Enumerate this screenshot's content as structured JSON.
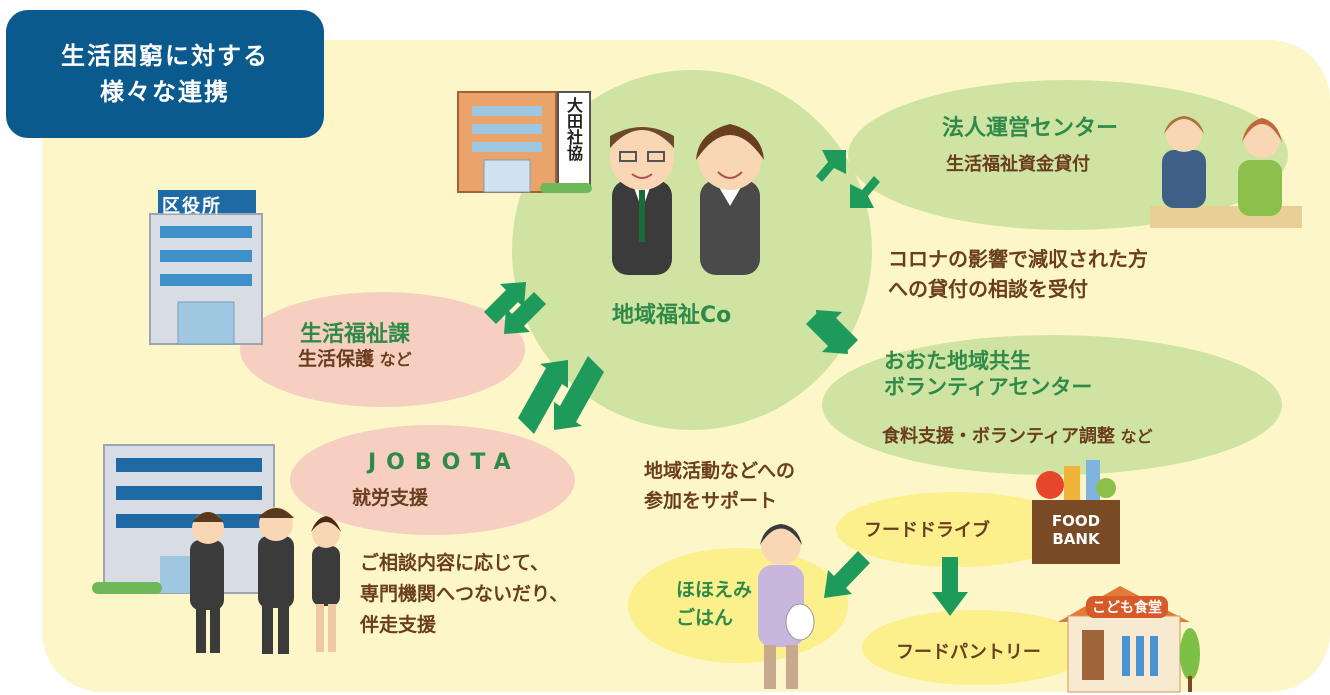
{
  "title": {
    "line1": "生活困窮に対する",
    "line2": "様々な連携"
  },
  "center": {
    "label": "地域福祉Co"
  },
  "buildings": {
    "city_hall": "区役所",
    "shakyo": "大田社協",
    "food_bank_line1": "FOOD",
    "food_bank_line2": "BANK",
    "kodomo_shokudo": "こども食堂"
  },
  "nodes": {
    "houjin": {
      "title": "法人運営センター",
      "desc": "生活福祉資金貸付"
    },
    "seikatsu": {
      "title": "生活福祉課",
      "desc_main": "生活保護",
      "desc_suffix": " など"
    },
    "jobota": {
      "title": "JOBOTA",
      "desc": "就労支援"
    },
    "volunteer": {
      "title_line1": "おおた地域共生",
      "title_line2": "ボランティアセンター",
      "desc_main": "食料支援・ボランティア調整",
      "desc_suffix": " など"
    },
    "food_drive": {
      "label": "フードドライブ"
    },
    "food_pantry": {
      "label": "フードパントリー"
    },
    "hohoemi": {
      "line1": "ほほえみ",
      "line2": "ごはん"
    }
  },
  "notes": {
    "corona_line1": "コロナの影響で減収された方",
    "corona_line2": "への貸付の相談を受付",
    "chiiki_line1": "地域活動などへの",
    "chiiki_line2": "参加をサポート",
    "soudan_line1": "ご相談内容に応じて、",
    "soudan_line2": "専門機関へつないだり、",
    "soudan_line3": "伴走支援"
  },
  "colors": {
    "title_bg": "#0b5a8e",
    "panel": "#fdf6c8",
    "green_blob": "#cfe4a2",
    "pink_blob": "#f6cfc0",
    "yellow_blob": "#fbf08c",
    "arrow": "#1e9a5a",
    "text_brown": "#6b3d1f",
    "text_green": "#2f8a4a"
  }
}
